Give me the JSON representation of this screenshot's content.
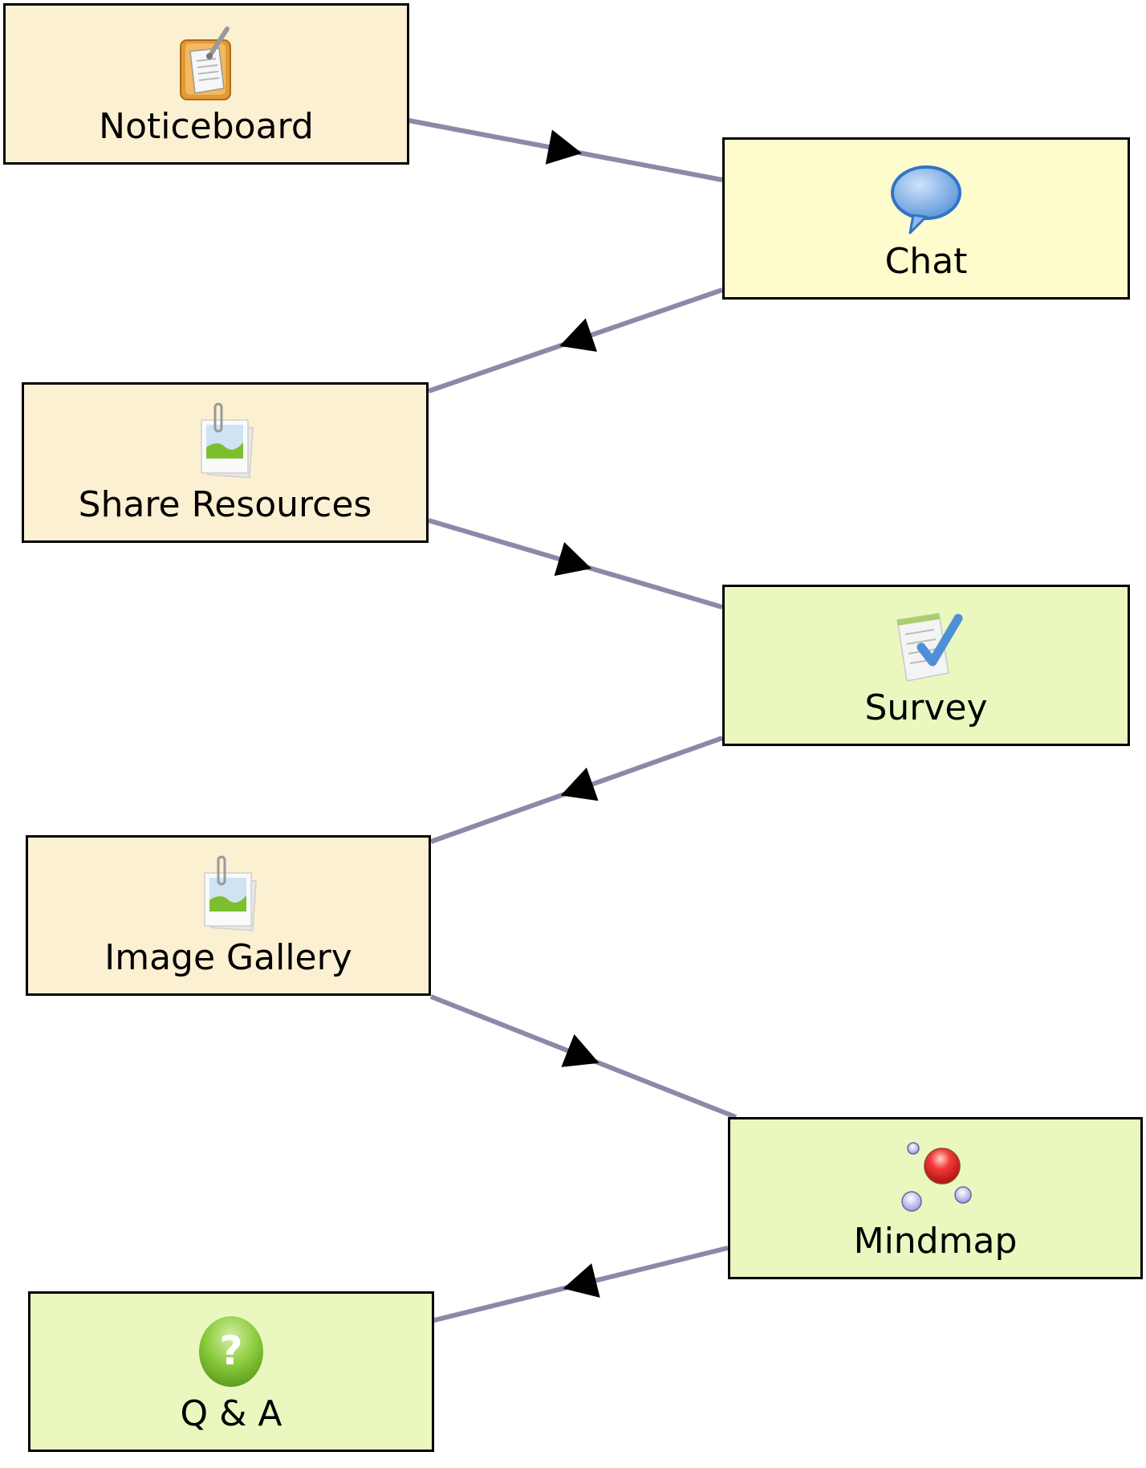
{
  "diagram": {
    "type": "activity-sequence",
    "line_color": "#8a8aa8",
    "arrow_color": "#000000",
    "nodes": [
      {
        "id": "noticeboard",
        "label": "Noticeboard",
        "icon": "noticeboard-icon",
        "fill": "#fcf0d2"
      },
      {
        "id": "chat",
        "label": "Chat",
        "icon": "chat-bubble-icon",
        "fill": "#fefbcd"
      },
      {
        "id": "share-resources",
        "label": "Share Resources",
        "icon": "share-resources-icon",
        "fill": "#fcf0d2"
      },
      {
        "id": "survey",
        "label": "Survey",
        "icon": "survey-checklist-icon",
        "fill": "#eaf8c0"
      },
      {
        "id": "image-gallery",
        "label": "Image Gallery",
        "icon": "image-gallery-icon",
        "fill": "#fcf0d2"
      },
      {
        "id": "mindmap",
        "label": "Mindmap",
        "icon": "mindmap-icon",
        "fill": "#eaf8c0"
      },
      {
        "id": "qa",
        "label": "Q & A",
        "icon": "question-mark-icon",
        "fill": "#eaf8c0"
      }
    ],
    "edges": [
      {
        "from": "noticeboard",
        "to": "chat"
      },
      {
        "from": "chat",
        "to": "share-resources"
      },
      {
        "from": "share-resources",
        "to": "survey"
      },
      {
        "from": "survey",
        "to": "image-gallery"
      },
      {
        "from": "image-gallery",
        "to": "mindmap"
      },
      {
        "from": "mindmap",
        "to": "qa"
      }
    ]
  }
}
